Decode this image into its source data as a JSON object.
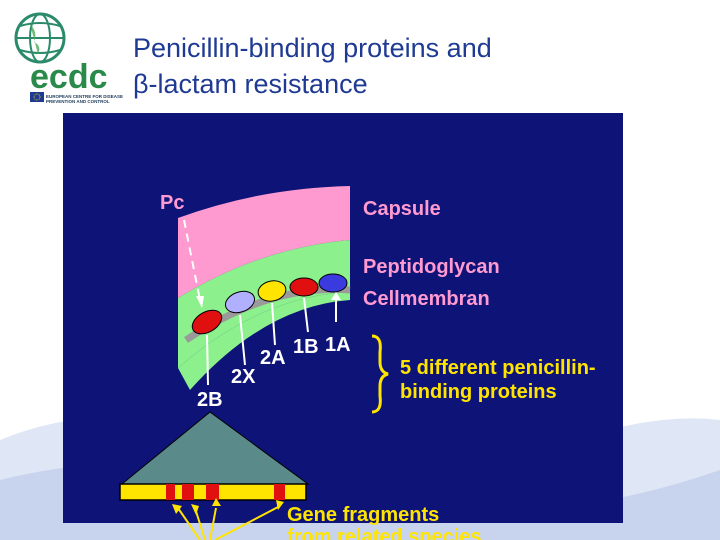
{
  "logo": {
    "wordmark": "ecdc",
    "org_text": "EUROPEAN CENTRE FOR DISEASE PREVENTION AND CONTROL"
  },
  "title": {
    "line1": "Penicillin-binding proteins and",
    "line2": "β-lactam resistance"
  },
  "diagram": {
    "pc_label": "Pc",
    "capsule_label": "Capsule",
    "peptidoglycan_label": "Peptidoglycan",
    "cellmembran_label": "Cellmembran",
    "pbp_labels": {
      "pbp_2b": "2B",
      "pbp_2x": "2X",
      "pbp_2a": "2A",
      "pbp_1b": "1B",
      "pbp_1a": "1A"
    },
    "pbp_summary_line1": "5 different penicillin-",
    "pbp_summary_line2": "binding proteins",
    "gene_fragments_line1": "Gene fragments",
    "gene_fragments_line2": "from related species"
  },
  "colors": {
    "panel": "#0e1378",
    "capsule": "#ff9ad0",
    "peptidoglycan": "#8cf08c",
    "membrane": "#9a9a9a",
    "title": "#1f3a93",
    "gene_bar": "#ffe400",
    "gene_fragment": "#e01010",
    "triangle": "#5a8a8a"
  },
  "icons": [
    "ecdc-globe-logo",
    "eu-flag-icon"
  ]
}
